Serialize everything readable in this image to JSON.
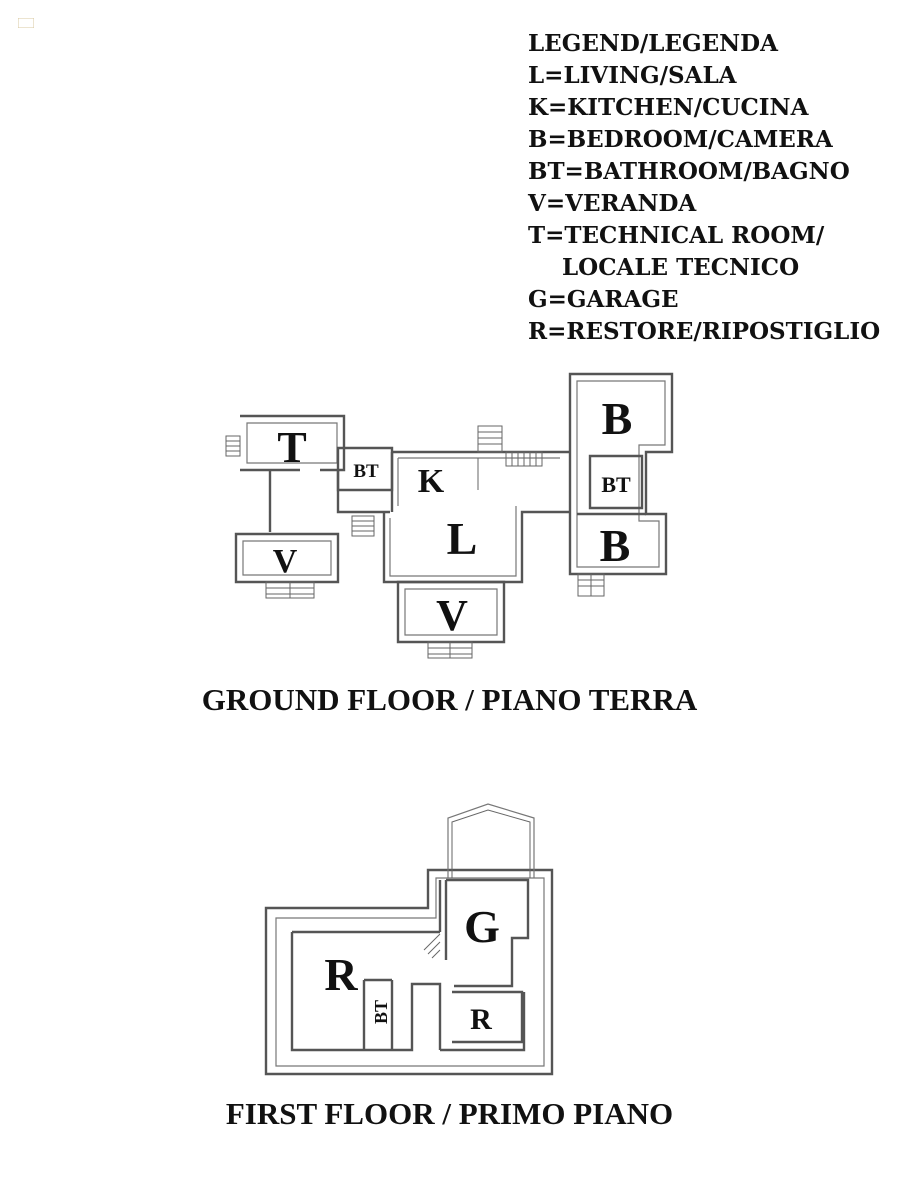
{
  "legend": {
    "title": "LEGEND/LEGENDA",
    "items": [
      "L=LIVING/SALA",
      "K=KITCHEN/CUCINA",
      "B=BEDROOM/CAMERA",
      "BT=BATHROOM/BAGNO",
      "V=VERANDA",
      "T=TECHNICAL ROOM/",
      "LOCALE TECNICO",
      "G=GARAGE",
      "R=RESTORE/RIPOSTIGLIO"
    ]
  },
  "ground_floor": {
    "caption": "GROUND FLOOR / PIANO TERRA",
    "rooms": {
      "technical": "T",
      "bath_left": "BT",
      "kitchen": "K",
      "living": "L",
      "veranda_left": "V",
      "veranda_center": "V",
      "bedroom_top": "B",
      "bath_right": "BT",
      "bedroom_bottom": "B"
    }
  },
  "first_floor": {
    "caption": "FIRST FLOOR / PRIMO PIANO",
    "rooms": {
      "garage": "G",
      "restore_left": "R",
      "bath": "BT",
      "restore_right": "R"
    }
  }
}
